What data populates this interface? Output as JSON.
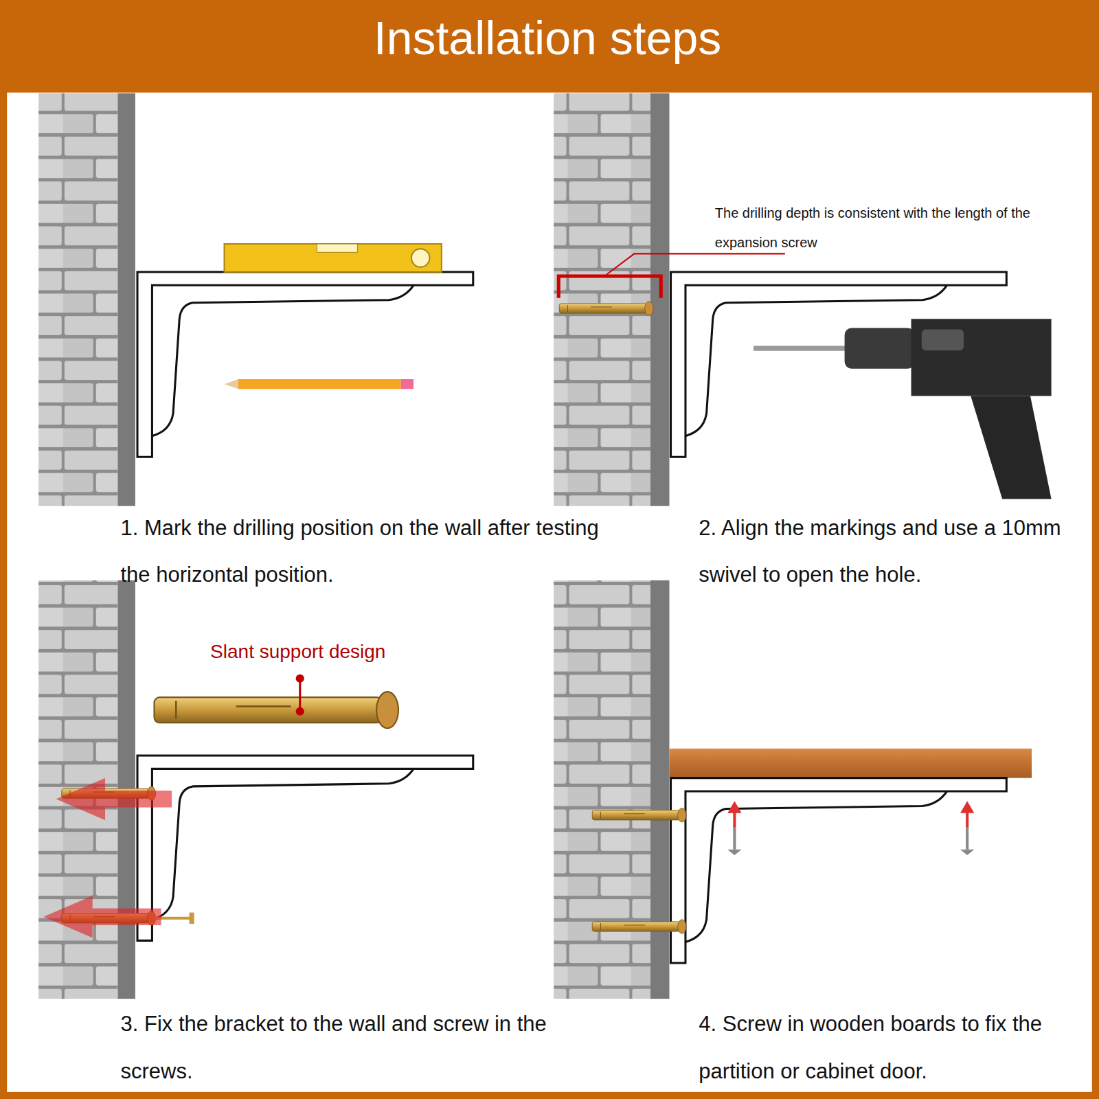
{
  "diagram": {
    "title": "Installation steps",
    "labels": [
      "The drilling depth is consistent with the length of the expansion screw",
      "1. Mark the drilling position on the wall after testing the horizontal position.",
      "2. Align the markings and use a 10mm swivel to open the hole.",
      "Slant support design",
      "3. Fix the bracket to the wall and screw in the screws.",
      "4. Screw in wooden boards to fix the partition or cabinet door."
    ]
  }
}
